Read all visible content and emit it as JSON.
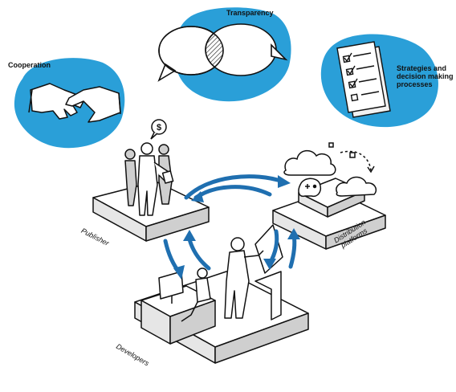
{
  "labels": {
    "transparency": "Transparency",
    "cooperation": "Cooperation",
    "strategies": "Strategies and\ndecision making\nprocesses",
    "publisher": "Publisher",
    "distribution": "Distribution\nplatforms",
    "developers": "Developers"
  },
  "icons": {
    "dollar": "$"
  },
  "colors": {
    "accent_blue": "#2a9fd8",
    "arrow_blue": "#1f6fb0",
    "ink": "#111111"
  }
}
